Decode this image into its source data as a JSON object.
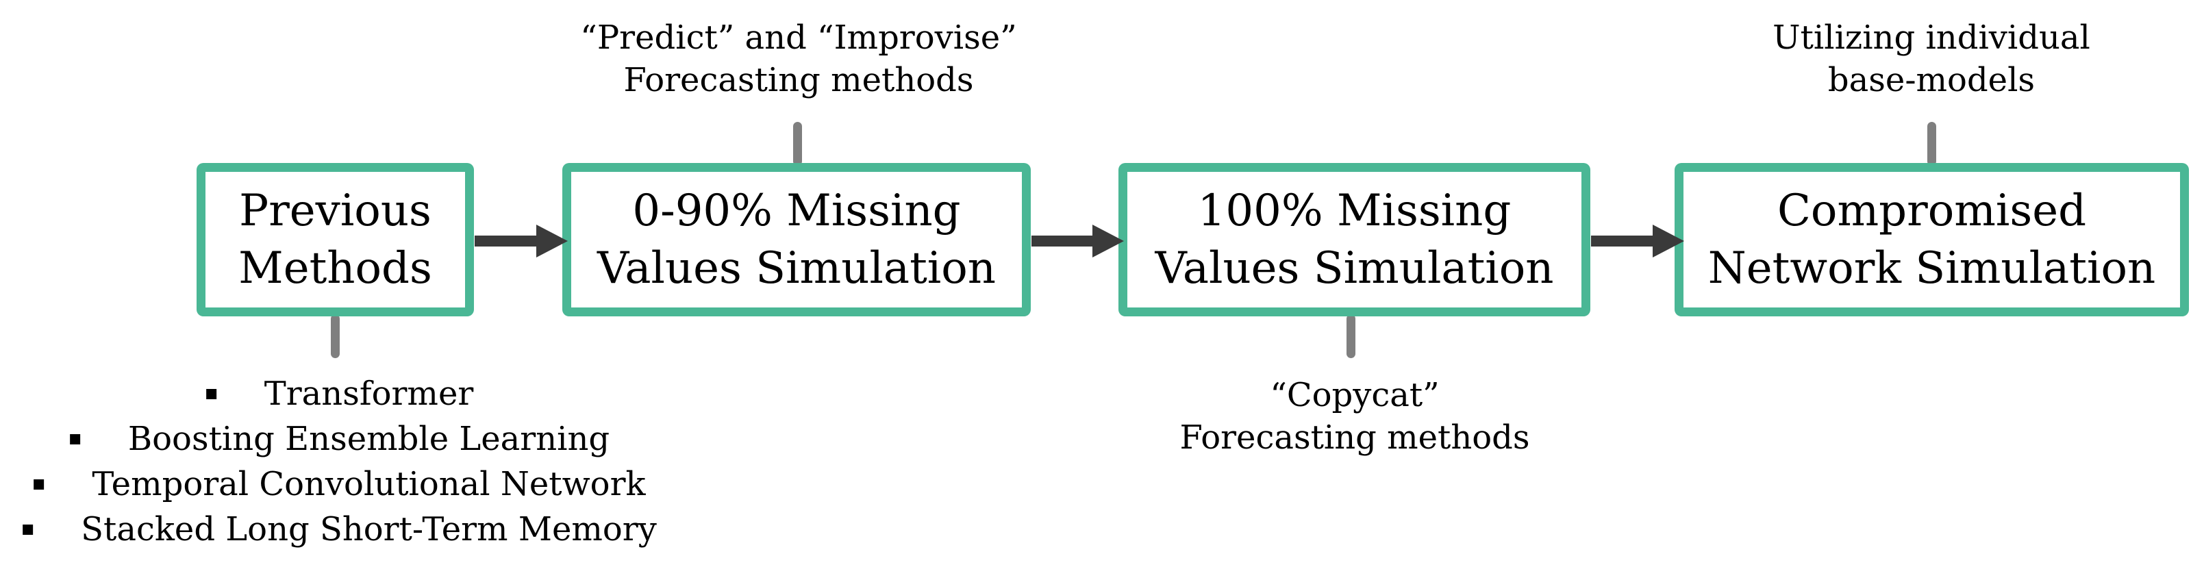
{
  "diagram": {
    "boxes": [
      {
        "line1": "Previous",
        "line2": "Methods"
      },
      {
        "line1": "0-90% Missing",
        "line2": "Values Simulation"
      },
      {
        "line1": "100% Missing",
        "line2": "Values Simulation"
      },
      {
        "line1": "Compromised",
        "line2": "Network Simulation"
      }
    ],
    "top_annotations": [
      {
        "line1": "“Predict” and “Improvise”",
        "line2": "Forecasting methods",
        "attached_to": "0-90% Missing Values Simulation"
      },
      {
        "line1": "Utilizing individual",
        "line2": "base-models",
        "attached_to": "Compromised Network Simulation"
      }
    ],
    "bottom_annotations": [
      {
        "line1": "“Copycat”",
        "line2": "Forecasting methods",
        "attached_to": "100% Missing Values Simulation"
      }
    ],
    "bullet_list": {
      "attached_to": "Previous Methods",
      "items": [
        "Transformer",
        "Boosting Ensemble Learning",
        "Temporal Convolutional Network",
        "Stacked Long Short-Term Memory"
      ]
    },
    "colors": {
      "box_border": "#4ab795",
      "arrow": "#3a3a3a",
      "connector": "#7f7f7f",
      "text": "#000000",
      "background": "#ffffff"
    }
  }
}
